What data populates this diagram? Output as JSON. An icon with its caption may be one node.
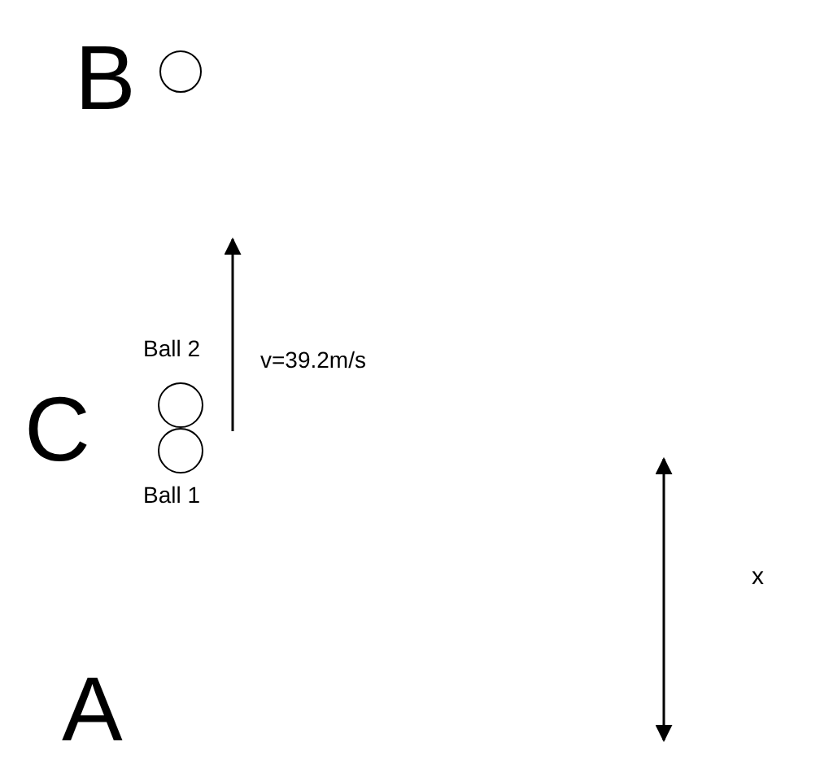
{
  "diagram": {
    "nodes": [
      {
        "text": [],
        "shape": "circle"
      },
      {
        "text": [],
        "shape": "circle",
        "beside": [
          "Ball 2"
        ]
      },
      {
        "text": [],
        "shape": "circle",
        "beside": [
          "Ball 1"
        ]
      }
    ],
    "labels": [
      "B",
      "v=39.2m/s",
      "C",
      "x",
      "A"
    ]
  }
}
